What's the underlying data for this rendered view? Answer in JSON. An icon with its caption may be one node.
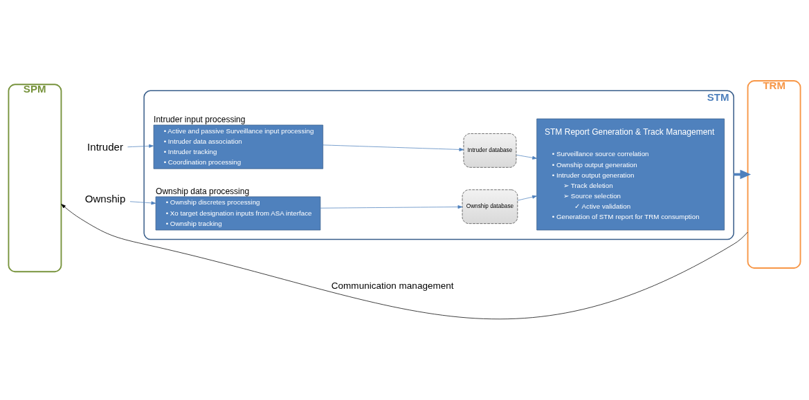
{
  "diagram": {
    "nodes": [
      {
        "text": [
          "SPM"
        ]
      },
      {
        "text": [
          "TRM"
        ]
      },
      {
        "text": [
          "STM"
        ]
      },
      {
        "text": [
          "Intruder input processing",
          "• Active and passive Surveillance input processing",
          "• Intruder data association",
          "• Intruder tracking",
          "• Coordination processing"
        ],
        "in": 2
      },
      {
        "text": [
          "Intruder database"
        ],
        "in": 2
      },
      {
        "text": [
          "Ownship data processing",
          "• Ownship discretes processing",
          "• Xo target designation inputs from ASA interface",
          "• Ownship tracking"
        ],
        "in": 2
      },
      {
        "text": [
          "Ownship database"
        ],
        "in": 2
      },
      {
        "text": [
          "STM Report Generation & Track Management",
          "• Surveillance source correlation",
          "• Ownship output generation",
          "• Intruder output generation",
          "➢ Track deletion",
          "➢ Source selection",
          "✓ Active validation",
          "• Generation of STM report for TRM consumption"
        ],
        "in": 2
      },
      {
        "text": [
          "Intruder"
        ]
      },
      {
        "text": [
          "Ownship"
        ]
      }
    ],
    "edges": [
      {
        "from": 1,
        "to": 0,
        "arrow": "to",
        "label": "Communication management",
        "color": "#000000"
      },
      {
        "from": 8,
        "to": 3,
        "arrow": "to"
      },
      {
        "from": 9,
        "to": 5,
        "arrow": "to"
      },
      {
        "from": 3,
        "to": 4,
        "arrow": "to"
      },
      {
        "from": 5,
        "to": 6,
        "arrow": "to"
      },
      {
        "from": 4,
        "to": 7,
        "arrow": "to"
      },
      {
        "from": 6,
        "to": 7,
        "arrow": "to"
      },
      {
        "from": 2,
        "to": 1,
        "arrow": "to",
        "style": "thick"
      }
    ]
  }
}
